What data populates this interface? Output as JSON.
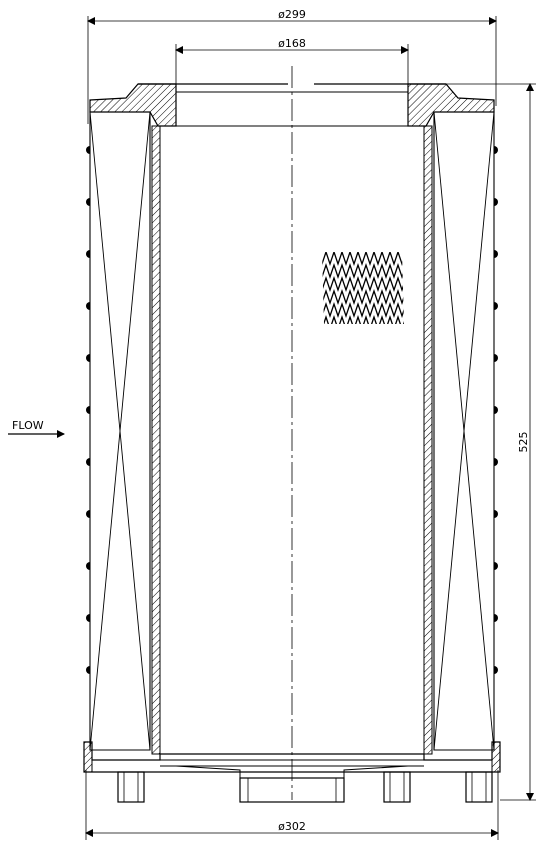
{
  "dimensions": {
    "outer_top_diameter": "ø299",
    "inner_diameter": "ø168",
    "bottom_diameter": "ø302",
    "height": "525"
  },
  "flow_label": "FLOW",
  "colors": {
    "line": "#000000",
    "background": "#ffffff"
  }
}
